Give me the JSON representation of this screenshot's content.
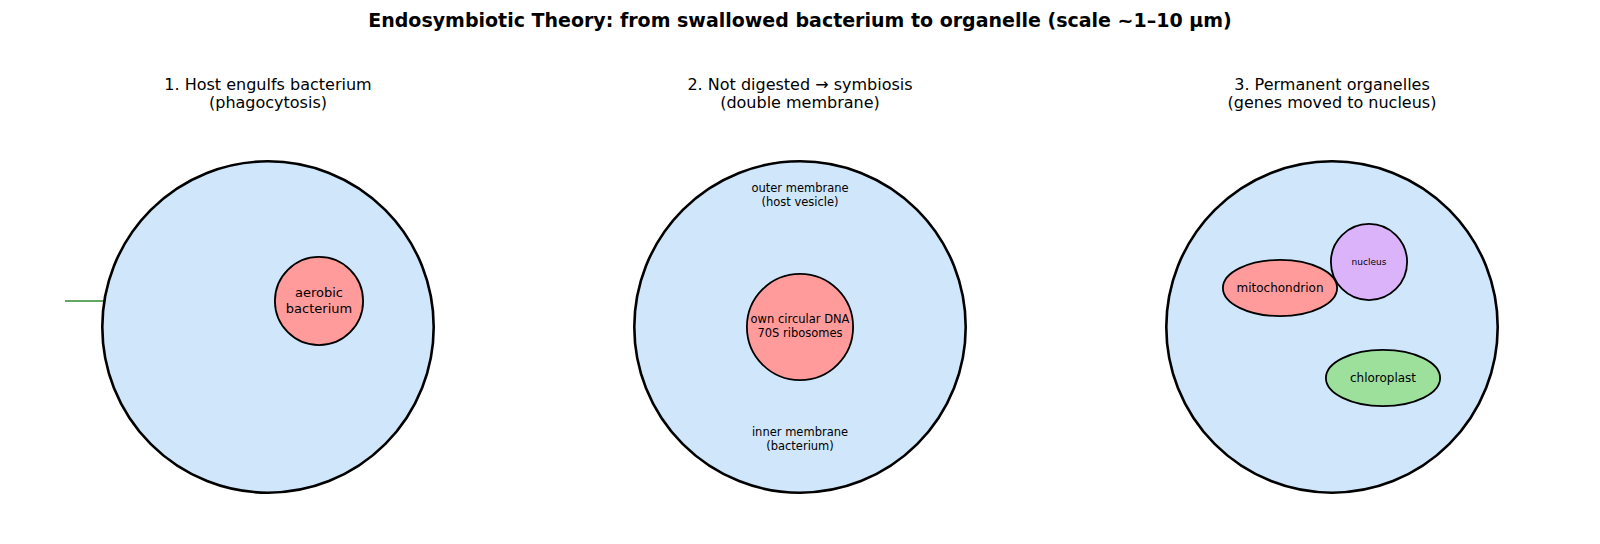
{
  "diagram": {
    "title": "Endosymbiotic Theory: from swallowed bacterium to organelle (scale ~1–10 µm)",
    "nodes": [
      {
        "text": [
          "1. Host engulfs bacterium (phagocytosis)"
        ]
      },
      {
        "text": [
          "aerobic bacterium"
        ],
        "in": 0
      },
      {
        "text": [
          "2. Not digested → symbiosis (double membrane)"
        ]
      },
      {
        "text": [
          "own circular DNA 70S ribosomes"
        ],
        "in": 2
      },
      {
        "text": [
          "3. Permanent organelles (genes moved to nucleus)"
        ]
      },
      {
        "text": [
          "mitochondrion"
        ],
        "in": 4
      },
      {
        "text": [
          "nucleus"
        ],
        "in": 4
      },
      {
        "text": [
          "chloroplast"
        ],
        "in": 4
      }
    ],
    "labels": [
      "outer membrane (host vesicle)",
      "inner membrane (bacterium)"
    ]
  }
}
